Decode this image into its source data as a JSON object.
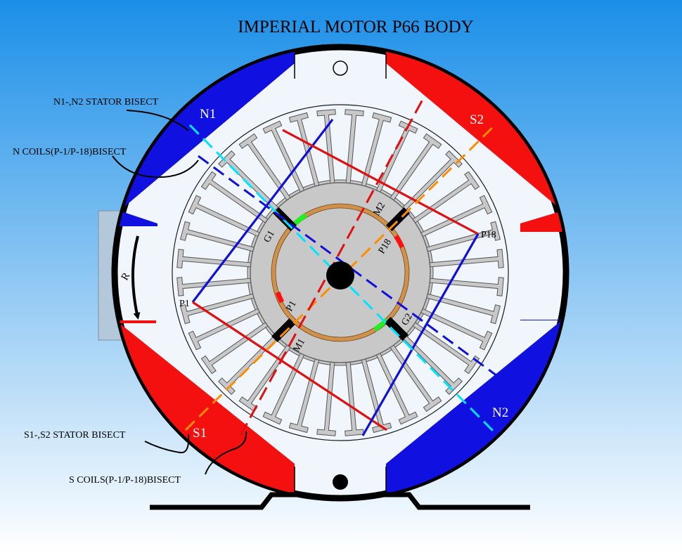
{
  "title": "IMPERIAL MOTOR P66 BODY",
  "magnets": {
    "n1": "N1",
    "n2": "N2",
    "s1": "S1",
    "s2": "S2"
  },
  "callouts": {
    "n_stator_bisect": "N1-,N2 STATOR BISECT",
    "n_coils_bisect": "N COILS(P-1/P-18)BISECT",
    "s_stator_bisect": "S1-,S2 STATOR BISECT",
    "s_coils_bisect": "S COILS(P-1/P-18)BISECT"
  },
  "coil_labels": {
    "p1_outer": "P1",
    "p18_outer": "P18",
    "p1_inner": "P1",
    "p18_inner": "P18"
  },
  "brush_labels": {
    "g1": "G1",
    "g2": "G2",
    "m1": "M1",
    "m2": "M2"
  },
  "rotation_label": "R",
  "colors": {
    "background_top": "#1b8fe8",
    "background_bottom": "#ffffff",
    "north_magnet": "#1010e0",
    "south_magnet": "#f51010",
    "n_coil_line": "#1010d8",
    "s_coil_line": "#e01010",
    "n_bisect": "#00e5ff",
    "s_bisect": "#ff8c00",
    "commutator_ring": "#d2914a",
    "brush": "#000000",
    "green_segment": "#22ee22",
    "red_segment": "#ff1010"
  },
  "stator": {
    "slot_count": 36
  }
}
